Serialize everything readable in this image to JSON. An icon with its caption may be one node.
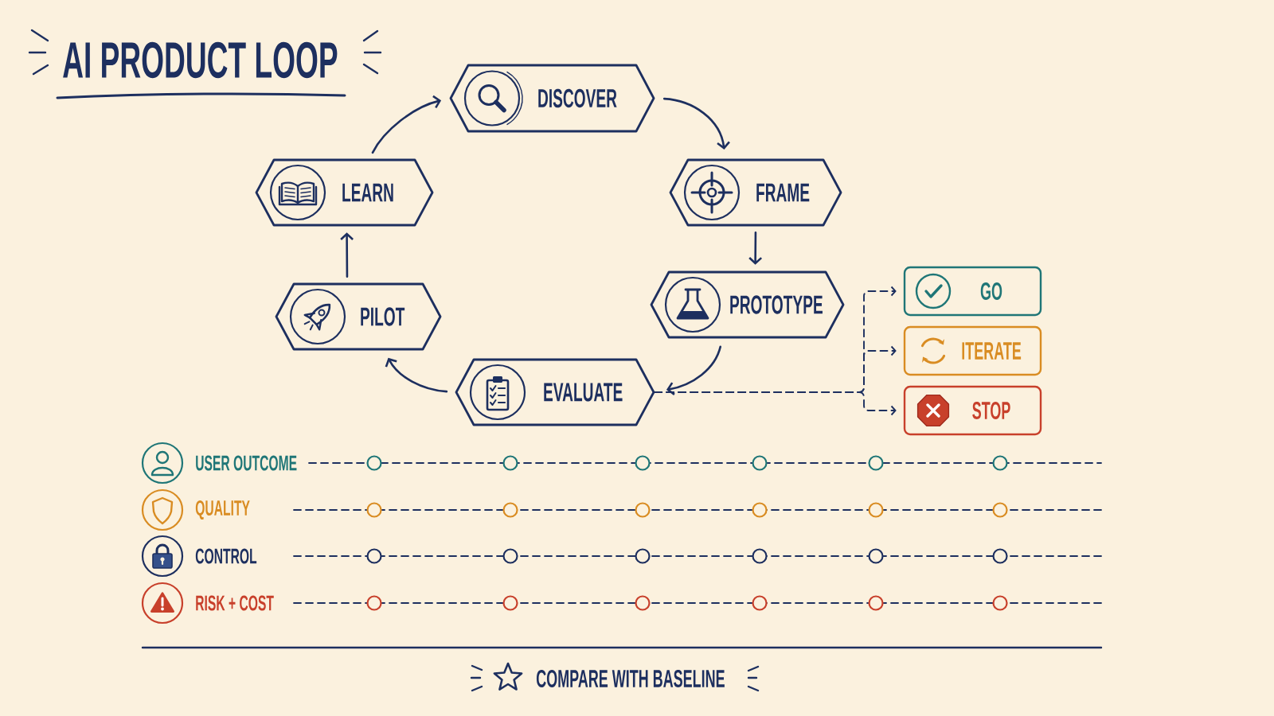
{
  "diagram": {
    "title": "AI PRODUCT LOOP",
    "caption": "COMPARE WITH BASELINE",
    "nodes": [
      {
        "text": [
          "DISCOVER"
        ]
      },
      {
        "text": [
          "FRAME"
        ]
      },
      {
        "text": [
          "PROTOTYPE"
        ]
      },
      {
        "text": [
          "EVALUATE"
        ]
      },
      {
        "text": [
          "PILOT"
        ]
      },
      {
        "text": [
          "LEARN"
        ]
      },
      {
        "text": [
          "GO"
        ]
      },
      {
        "text": [
          "ITERATE"
        ]
      },
      {
        "text": [
          "STOP"
        ]
      }
    ],
    "edges": [
      {
        "from": 0,
        "to": 1,
        "arrow": "to"
      },
      {
        "from": 1,
        "to": 2,
        "arrow": "to"
      },
      {
        "from": 2,
        "to": 3,
        "arrow": "to"
      },
      {
        "from": 3,
        "to": 4,
        "arrow": "to"
      },
      {
        "from": 4,
        "to": 5,
        "arrow": "to"
      },
      {
        "from": 5,
        "to": 0,
        "arrow": "to"
      },
      {
        "from": 3,
        "to": 6,
        "arrow": "to",
        "style": "dashed"
      },
      {
        "from": 3,
        "to": 7,
        "arrow": "to",
        "style": "dashed"
      },
      {
        "from": 3,
        "to": 8,
        "arrow": "to",
        "style": "dashed"
      }
    ],
    "labels": [
      "USER OUTCOME",
      "QUALITY",
      "CONTROL",
      "RISK + COST"
    ]
  }
}
